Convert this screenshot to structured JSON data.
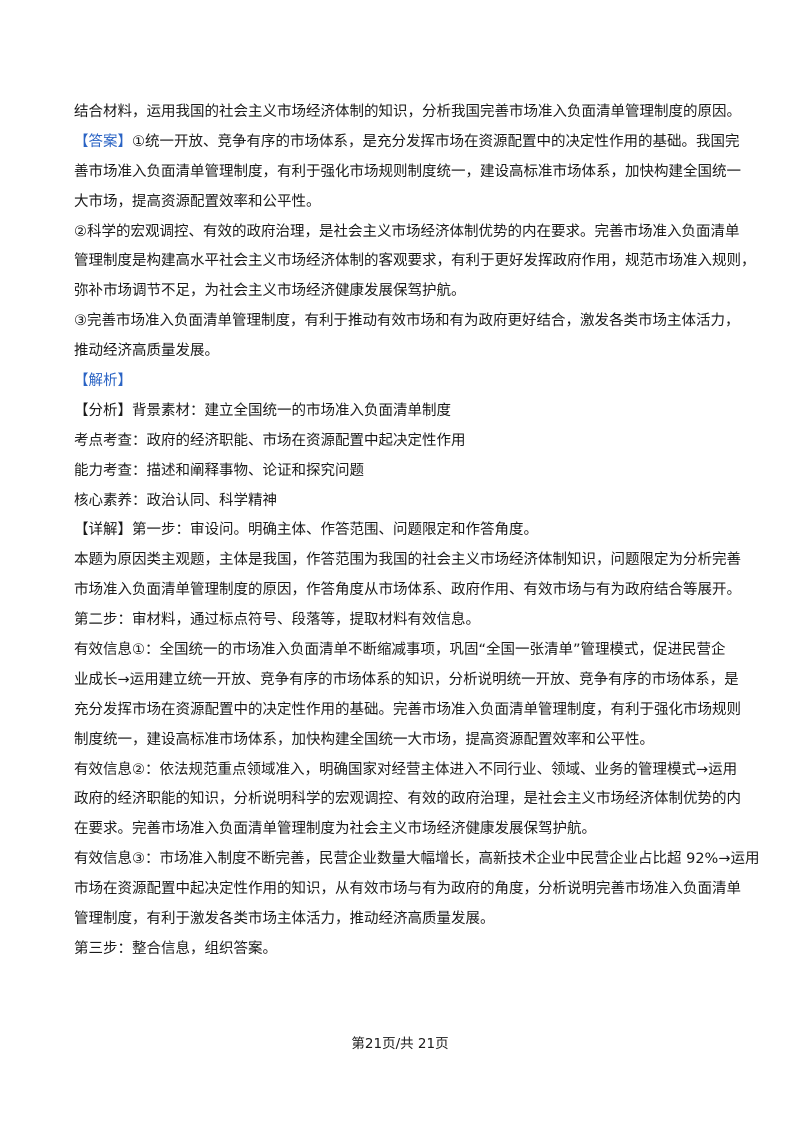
{
  "question": {
    "prompt": "结合材料，运用我国的社会主义市场经济体制的知识，分析我国完善市场准入负面清单管理制度的原因。"
  },
  "answer": {
    "tag": "【答案】",
    "p1_l1": "①统一开放、竞争有序的市场体系，是充分发挥市场在资源配置中的决定性作用的基础。我国完",
    "p1_l2": "善市场准入负面清单管理制度，有利于强化市场规则制度统一，建设高标准市场体系，加快构建全国统一",
    "p1_l3": "大市场，提高资源配置效率和公平性。",
    "p2_l1": "②科学的宏观调控、有效的政府治理，是社会主义市场经济体制优势的内在要求。完善市场准入负面清单",
    "p2_l2": "管理制度是构建高水平社会主义市场经济体制的客观要求，有利于更好发挥政府作用，规范市场准入规则，",
    "p2_l3": "弥补市场调节不足，为社会主义市场经济健康发展保驾护航。",
    "p3_l1": "③完善市场准入负面清单管理制度，有利于推动有效市场和有为政府更好结合，激发各类市场主体活力，",
    "p3_l2": "推动经济高质量发展。"
  },
  "analysis": {
    "tag": "【解析】",
    "background": "【分析】背景素材：建立全国统一的市场准入负面清单制度",
    "kaodian": "考点考查：政府的经济职能、市场在资源配置中起决定性作用",
    "nengli": "能力考查：描述和阐释事物、论证和探究问题",
    "suyang": "核心素养：政治认同、科学精神",
    "step1": "【详解】第一步：审设问。明确主体、作答范围、问题限定和作答角度。",
    "step1_l1": "本题为原因类主观题，主体是我国，作答范围为我国的社会主义市场经济体制知识，问题限定为分析完善",
    "step1_l2": "市场准入负面清单管理制度的原因，作答角度从市场体系、政府作用、有效市场与有为政府结合等展开。",
    "step2": "第二步：审材料，通过标点符号、段落等，提取材料有效信息。",
    "info1_l1": "有效信息①：全国统一的市场准入负面清单不断缩减事项，巩固“全国一张清单”管理模式，促进民营企",
    "info1_l2": "业成长→运用建立统一开放、竞争有序的市场体系的知识，分析说明统一开放、竞争有序的市场体系，是",
    "info1_l3": "充分发挥市场在资源配置中的决定性作用的基础。完善市场准入负面清单管理制度，有利于强化市场规则",
    "info1_l4": "制度统一，建设高标准市场体系，加快构建全国统一大市场，提高资源配置效率和公平性。",
    "info2_l1": "有效信息②：依法规范重点领域准入，明确国家对经营主体进入不同行业、领域、业务的管理模式→运用",
    "info2_l2": "政府的经济职能的知识，分析说明科学的宏观调控、有效的政府治理，是社会主义市场经济体制优势的内",
    "info2_l3": "在要求。完善市场准入负面清单管理制度为社会主义市场经济健康发展保驾护航。",
    "info3_l1": "有效信息③：市场准入制度不断完善，民营企业数量大幅增长，高新技术企业中民营企业占比超 92%→运用",
    "info3_l2": "市场在资源配置中起决定性作用的知识，从有效市场与有为政府的角度，分析说明完善市场准入负面清单",
    "info3_l3": "管理制度，有利于激发各类市场主体活力，推动经济高质量发展。",
    "step3": "第三步：整合信息，组织答案。"
  },
  "footer": {
    "page_label": "第21页/共 21页"
  }
}
